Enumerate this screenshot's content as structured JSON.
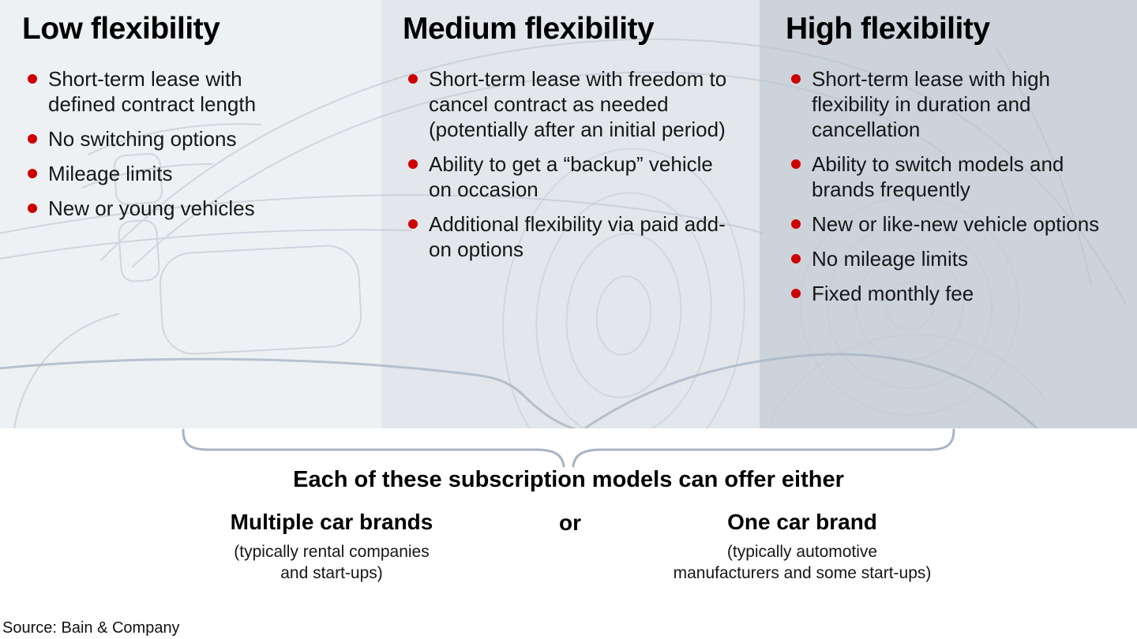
{
  "columns": [
    {
      "title": "Low flexibility",
      "bullets": [
        "Short-term lease with defined contract length",
        "No switching options",
        "Mileage limits",
        "New or young vehicles"
      ]
    },
    {
      "title": "Medium flexibility",
      "bullets": [
        "Short-term lease with freedom to cancel contract as needed (potentially after an initial period)",
        "Ability to get a “backup” vehicle on occasion",
        "Additional flexibility via paid add-on options"
      ]
    },
    {
      "title": "High flexibility",
      "bullets": [
        "Short-term lease with high flexibility in duration and cancellation",
        "Ability to switch models and brands frequently",
        "New or like-new vehicle options",
        "No mileage limits",
        "Fixed monthly fee"
      ]
    }
  ],
  "bottom": {
    "lead": "Each of these subscription models can offer either",
    "connector": "or",
    "options": [
      {
        "title": "Multiple car brands",
        "subtitle": "(typically rental companies\nand start-ups)"
      },
      {
        "title": "One car brand",
        "subtitle": "(typically automotive\nmanufacturers and some start-ups)"
      }
    ]
  },
  "source": "Source: Bain & Company",
  "icons": {
    "bullet_dot": "red-bullet-dot-icon",
    "car_sketch": "car-outline-sketch",
    "brace": "curly-brace-down"
  },
  "colors": {
    "bullet_red": "#cc0000",
    "col1_bg": "#eef1f3",
    "col2_bg": "#e3e7eb",
    "col3_bg": "#ccd3da",
    "brace_stroke": "#a7b4c3",
    "sketch_stroke": "#b9c3cf",
    "sketch_stroke_dark": "#a9b6c5"
  }
}
